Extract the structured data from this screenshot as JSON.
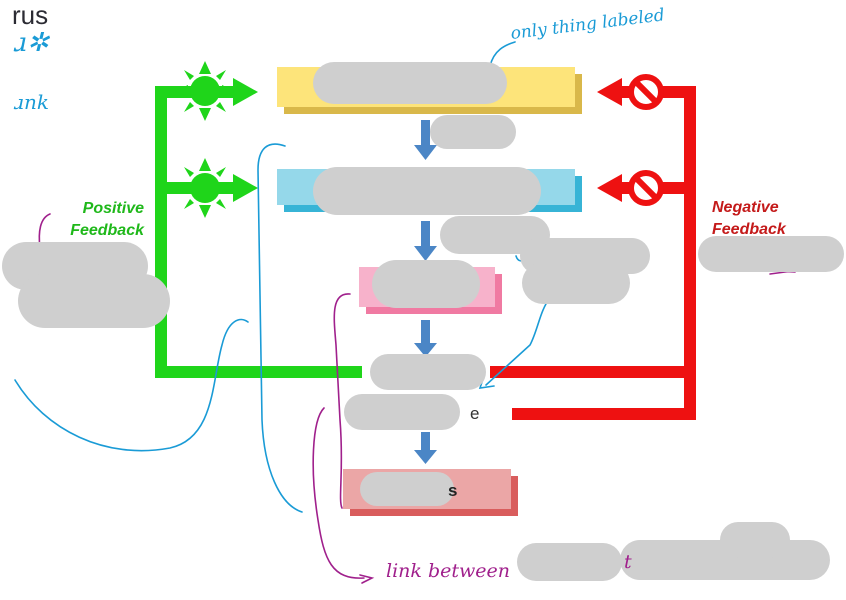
{
  "header": {
    "title_fragment": "rus",
    "scribble_left_1": "ɹ✲",
    "scribble_left_2": "ɹnk"
  },
  "labels": {
    "positive": "Positive\nFeedback",
    "negative": "Negative\nFeedback"
  },
  "annotations": {
    "top_note": "only thing labeled",
    "bottom_note": "link between",
    "bottom_trailing": "t"
  },
  "box_fragments": {
    "row4_tail": "e",
    "row5_tail": "s"
  },
  "colors": {
    "positive": "#1fd51a",
    "negative": "#ee1111",
    "yellow_box": "#fde47a",
    "blue_box": "#95d8ea",
    "pink_box": "#f7a8c3",
    "red_box": "#e9a0a0",
    "arrow_blue": "#4b86c6",
    "ink_blue": "#1a9bd6",
    "ink_purple": "#a0208c",
    "redaction": "#cfcfcf"
  }
}
